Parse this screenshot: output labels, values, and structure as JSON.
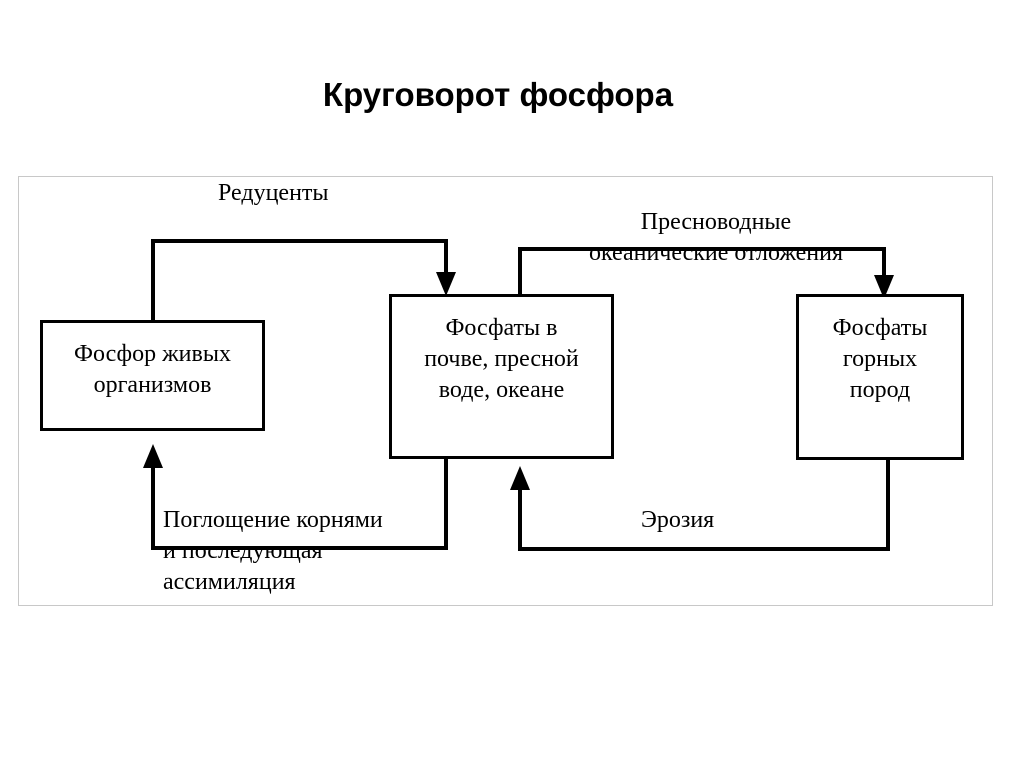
{
  "title": "Круговорот фосфора",
  "diagram": {
    "nodes": {
      "living": "Фосфор живых\nорганизмов",
      "soil": "Фосфаты в\nпочве, пресной\nводе, океане",
      "rocks": "Фосфаты\nгорных\nпород"
    },
    "edges": {
      "decomposers": "Редуценты",
      "deposits": "Пресноводные\nокеанические отложения",
      "uptake": "Поглощение корнями\nи последующая\nассимиляция",
      "erosion": "Эрозия"
    }
  }
}
